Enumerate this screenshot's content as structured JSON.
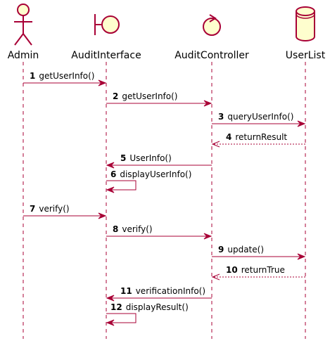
{
  "colors": {
    "arrow": "#A80036",
    "participant_fill": "#FEFECE",
    "lifeline": "#A80036",
    "text": "#000000"
  },
  "participants": [
    {
      "id": "admin",
      "label": "Admin",
      "kind": "actor",
      "icon": "actor-icon"
    },
    {
      "id": "audit-interface",
      "label": "AuditInterface",
      "kind": "boundary",
      "icon": "boundary-icon"
    },
    {
      "id": "audit-controller",
      "label": "AuditController",
      "kind": "control",
      "icon": "control-icon"
    },
    {
      "id": "user-list",
      "label": "UserList",
      "kind": "database",
      "icon": "database-icon"
    }
  ],
  "messages": [
    {
      "num": "1",
      "text": "getUserInfo()",
      "from": 0,
      "to": 1,
      "style": "solid"
    },
    {
      "num": "2",
      "text": "getUserInfo()",
      "from": 1,
      "to": 2,
      "style": "solid"
    },
    {
      "num": "3",
      "text": "queryUserInfo()",
      "from": 2,
      "to": 3,
      "style": "solid"
    },
    {
      "num": "4",
      "text": "returnResult",
      "from": 3,
      "to": 2,
      "style": "dashed"
    },
    {
      "num": "5",
      "text": "UserInfo()",
      "from": 2,
      "to": 1,
      "style": "solid"
    },
    {
      "num": "6",
      "text": "displayUserInfo()",
      "from": 1,
      "to": 1,
      "style": "self"
    },
    {
      "num": "7",
      "text": "verify()",
      "from": 0,
      "to": 1,
      "style": "solid"
    },
    {
      "num": "8",
      "text": "verify()",
      "from": 1,
      "to": 2,
      "style": "solid"
    },
    {
      "num": "9",
      "text": "update()",
      "from": 2,
      "to": 3,
      "style": "solid"
    },
    {
      "num": "10",
      "text": "returnTrue",
      "from": 3,
      "to": 2,
      "style": "dashed"
    },
    {
      "num": "11",
      "text": "verificationInfo()",
      "from": 2,
      "to": 1,
      "style": "solid"
    },
    {
      "num": "12",
      "text": "displayResult()",
      "from": 1,
      "to": 1,
      "style": "self"
    }
  ]
}
